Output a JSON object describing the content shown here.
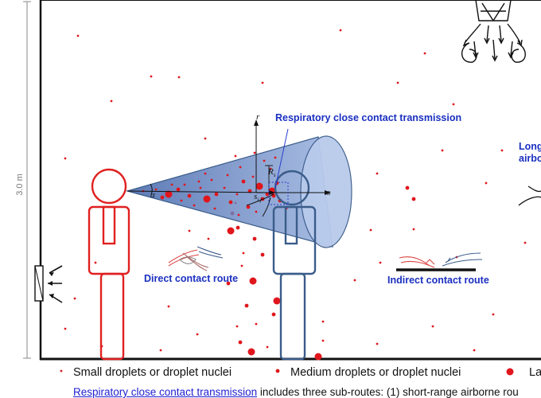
{
  "colors": {
    "droplet": "#e0161c",
    "label_blue": "#1a2fc0",
    "person_red": "#e02020",
    "person_blue": "#3a5c8a",
    "cone_fill": "#6f8fc8",
    "wall": "#111111"
  },
  "room": {
    "height_label": "3.0 m"
  },
  "labels": {
    "respiratory_close_contact": "Respiratory close contact transmission",
    "direct_contact": "Direct contact route",
    "indirect_contact": "Indirect contact route",
    "long_range_line1": "Long",
    "long_range_line2": "airbo"
  },
  "axis": {
    "r": "r",
    "s": "s",
    "alpha": "α",
    "rs_main": "R",
    "rs_sub": "s",
    "sij_main": "s",
    "sij_sub": "i,j"
  },
  "icons": {
    "handshake": "handshake-icon",
    "surface_touch": "surface-touch-icon",
    "ceiling_diffuser": "ceiling-diffuser-icon",
    "wall_vent": "wall-vent-icon"
  },
  "legend": {
    "small": "Small droplets or droplet nuclei",
    "medium": "Medium droplets or droplet nuclei",
    "large_partial": "La"
  },
  "caption": {
    "highlight": "Respiratory close contact transmission",
    "rest": " includes three sub-routes: (1) short-range airborne rou"
  }
}
